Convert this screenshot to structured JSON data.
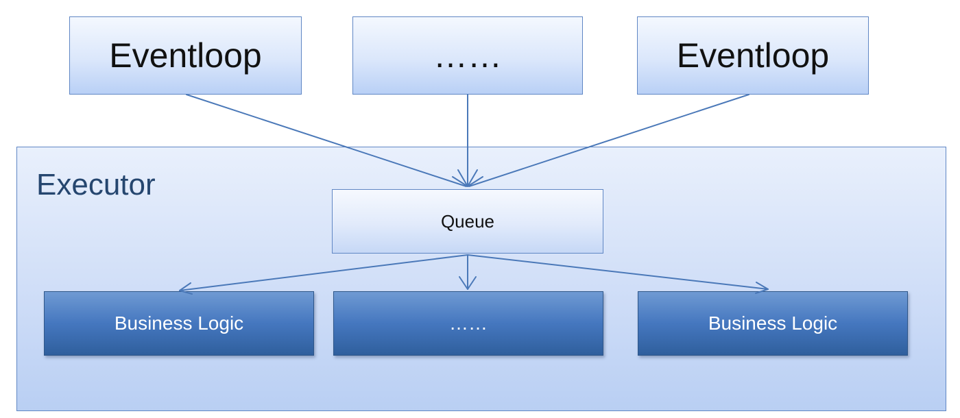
{
  "diagram": {
    "eventloops": [
      {
        "label": "Eventloop"
      },
      {
        "label": "……"
      },
      {
        "label": "Eventloop"
      }
    ],
    "executor": {
      "label": "Executor",
      "queue_label": "Queue",
      "workers": [
        {
          "label": "Business Logic"
        },
        {
          "label": "……"
        },
        {
          "label": "Business Logic"
        }
      ]
    },
    "colors": {
      "line": "#4a78b8",
      "top_box_border": "#5f86c4",
      "logic_fill": "#3f6fb3",
      "executor_fill": "#cddcf7"
    }
  }
}
